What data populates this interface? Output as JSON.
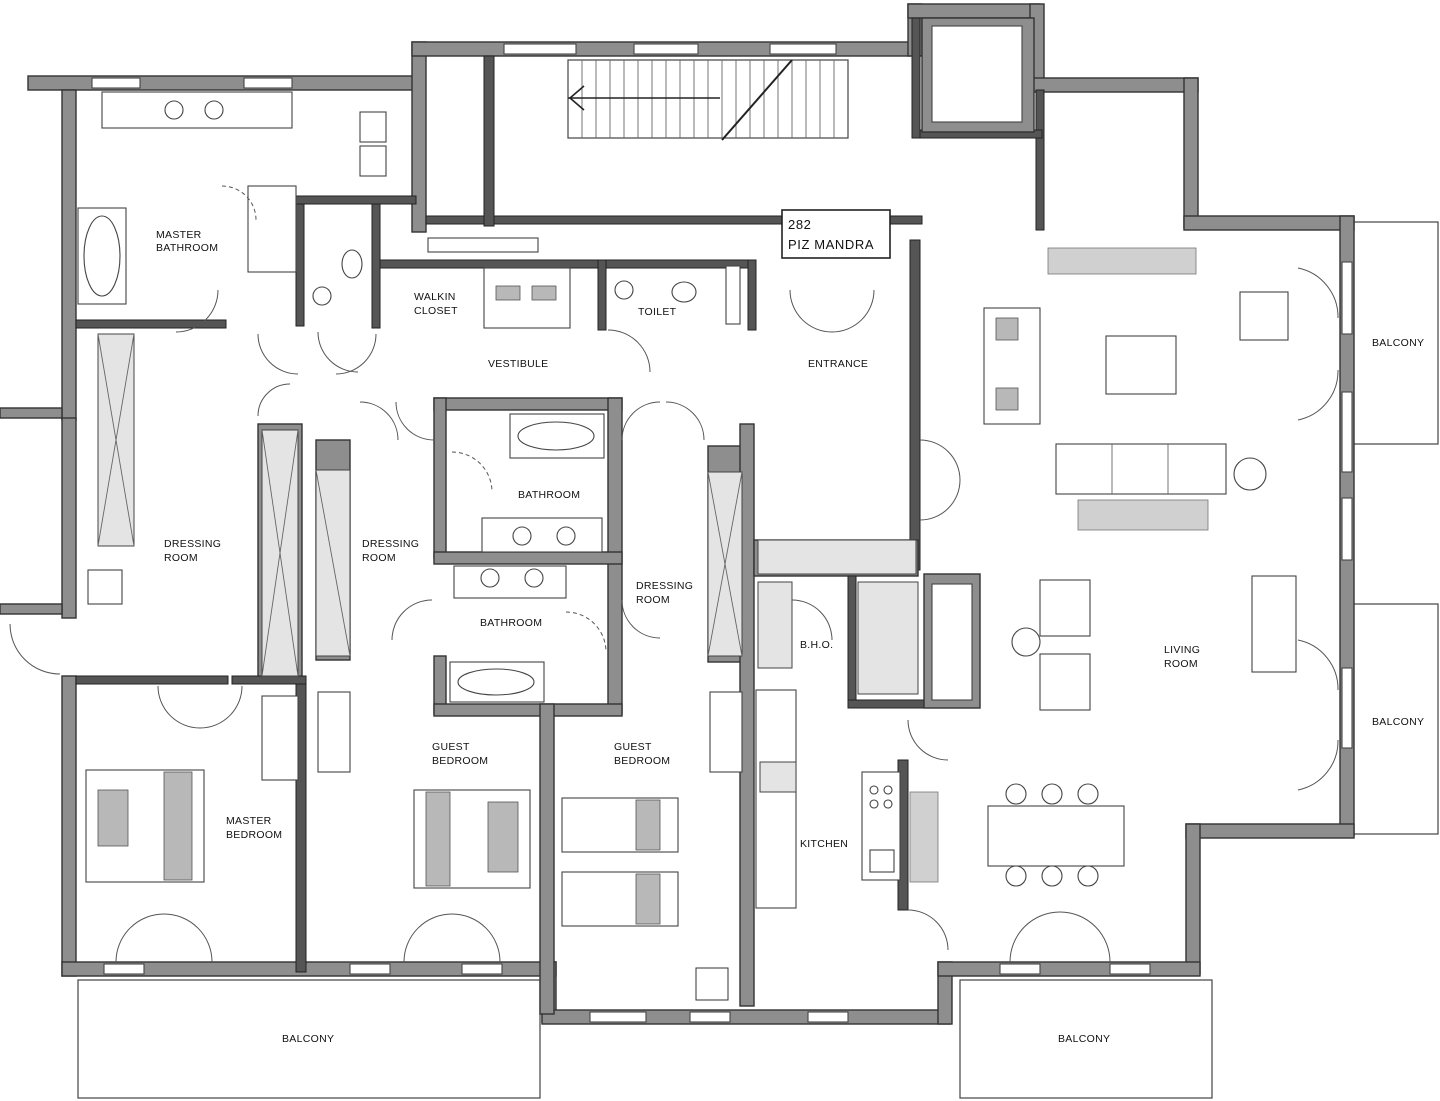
{
  "plan": {
    "sign": {
      "line1": "282",
      "line2": "PIZ MANDRA"
    },
    "rooms": {
      "master_bathroom": [
        "MASTER",
        "BATHROOM"
      ],
      "walkin_closet": [
        "WALKIN",
        "CLOSET"
      ],
      "toilet": "TOILET",
      "vestibule": "VESTIBULE",
      "entrance": "ENTRANCE",
      "balcony_east_top": "BALCONY",
      "balcony_east_bottom": "BALCONY",
      "dressing_room_west": [
        "DRESSING",
        "ROOM"
      ],
      "dressing_room_mid": [
        "DRESSING",
        "ROOM"
      ],
      "bathroom_upper": "BATHROOM",
      "bathroom_lower": "BATHROOM",
      "dressing_room_east": [
        "DRESSING",
        "ROOM"
      ],
      "bho": "B.H.O.",
      "living_room": [
        "LIVING",
        "ROOM"
      ],
      "master_bedroom": [
        "MASTER",
        "BEDROOM"
      ],
      "guest_bedroom_1": [
        "GUEST",
        "BEDROOM"
      ],
      "guest_bedroom_2": [
        "GUEST",
        "BEDROOM"
      ],
      "kitchen": "KITCHEN",
      "balcony_south_west": "BALCONY",
      "balcony_south_east": "BALCONY"
    }
  }
}
